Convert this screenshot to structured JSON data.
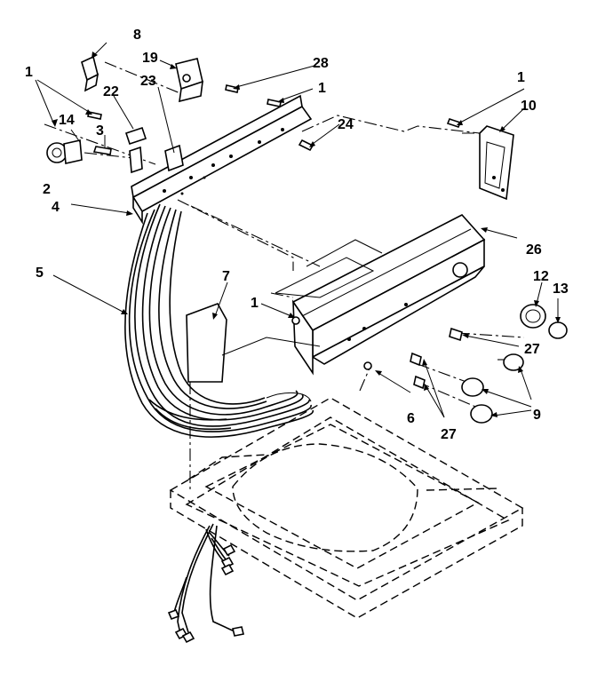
{
  "callouts": {
    "c1a": "1",
    "c1b": "1",
    "c1c": "1",
    "c1d": "1",
    "c2": "2",
    "c3": "3",
    "c4": "4",
    "c5": "5",
    "c6": "6",
    "c7": "7",
    "c8": "8",
    "c9": "9",
    "c10": "10",
    "c12": "12",
    "c13": "13",
    "c14": "14",
    "c19": "19",
    "c22": "22",
    "c23": "23",
    "c24": "24",
    "c26": "26",
    "c27a": "27",
    "c27b": "27",
    "c28": "28"
  }
}
